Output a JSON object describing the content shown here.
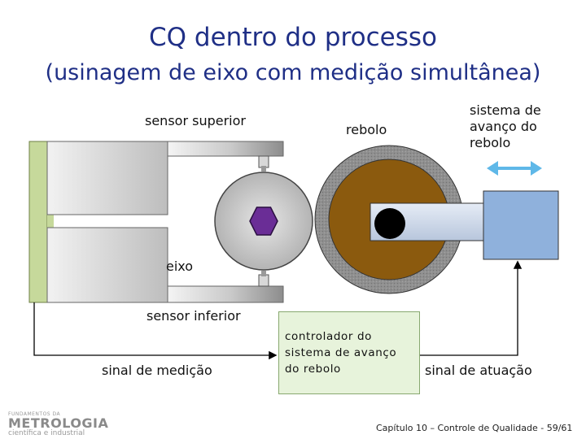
{
  "title": "CQ dentro do processo",
  "subtitle": "(usinagem de eixo com medição simultânea)",
  "labels": {
    "sensor_superior": "sensor superior",
    "rebolo": "rebolo",
    "sistema_avanco_1": "sistema de",
    "sistema_avanco_2": "avanço do",
    "sistema_avanco_3": "rebolo",
    "eixo": "eixo",
    "sensor_inferior": "sensor inferior",
    "sinal_medicao": "sinal de medição",
    "sinal_atuacao": "sinal de atuação"
  },
  "controller": {
    "line1": "controlador do",
    "line2": "sistema de avanço",
    "line3": "do rebolo"
  },
  "footer": "Capítulo 10 – Controle de Qualidade - 59/61",
  "logo": {
    "small": "FUNDAMENTOS DA",
    "big": "METROLOGIA",
    "sub": "científica e industrial"
  },
  "colors": {
    "title": "#1f2f86",
    "frame_upright": "#c6d99b",
    "controller_fill": "#e7f3db",
    "feed_box": "#8fb1dc",
    "grinding_wheel_core": "#8b5a0e",
    "hexagon": "#6a2d96",
    "arrow": "#5fb8e8"
  }
}
